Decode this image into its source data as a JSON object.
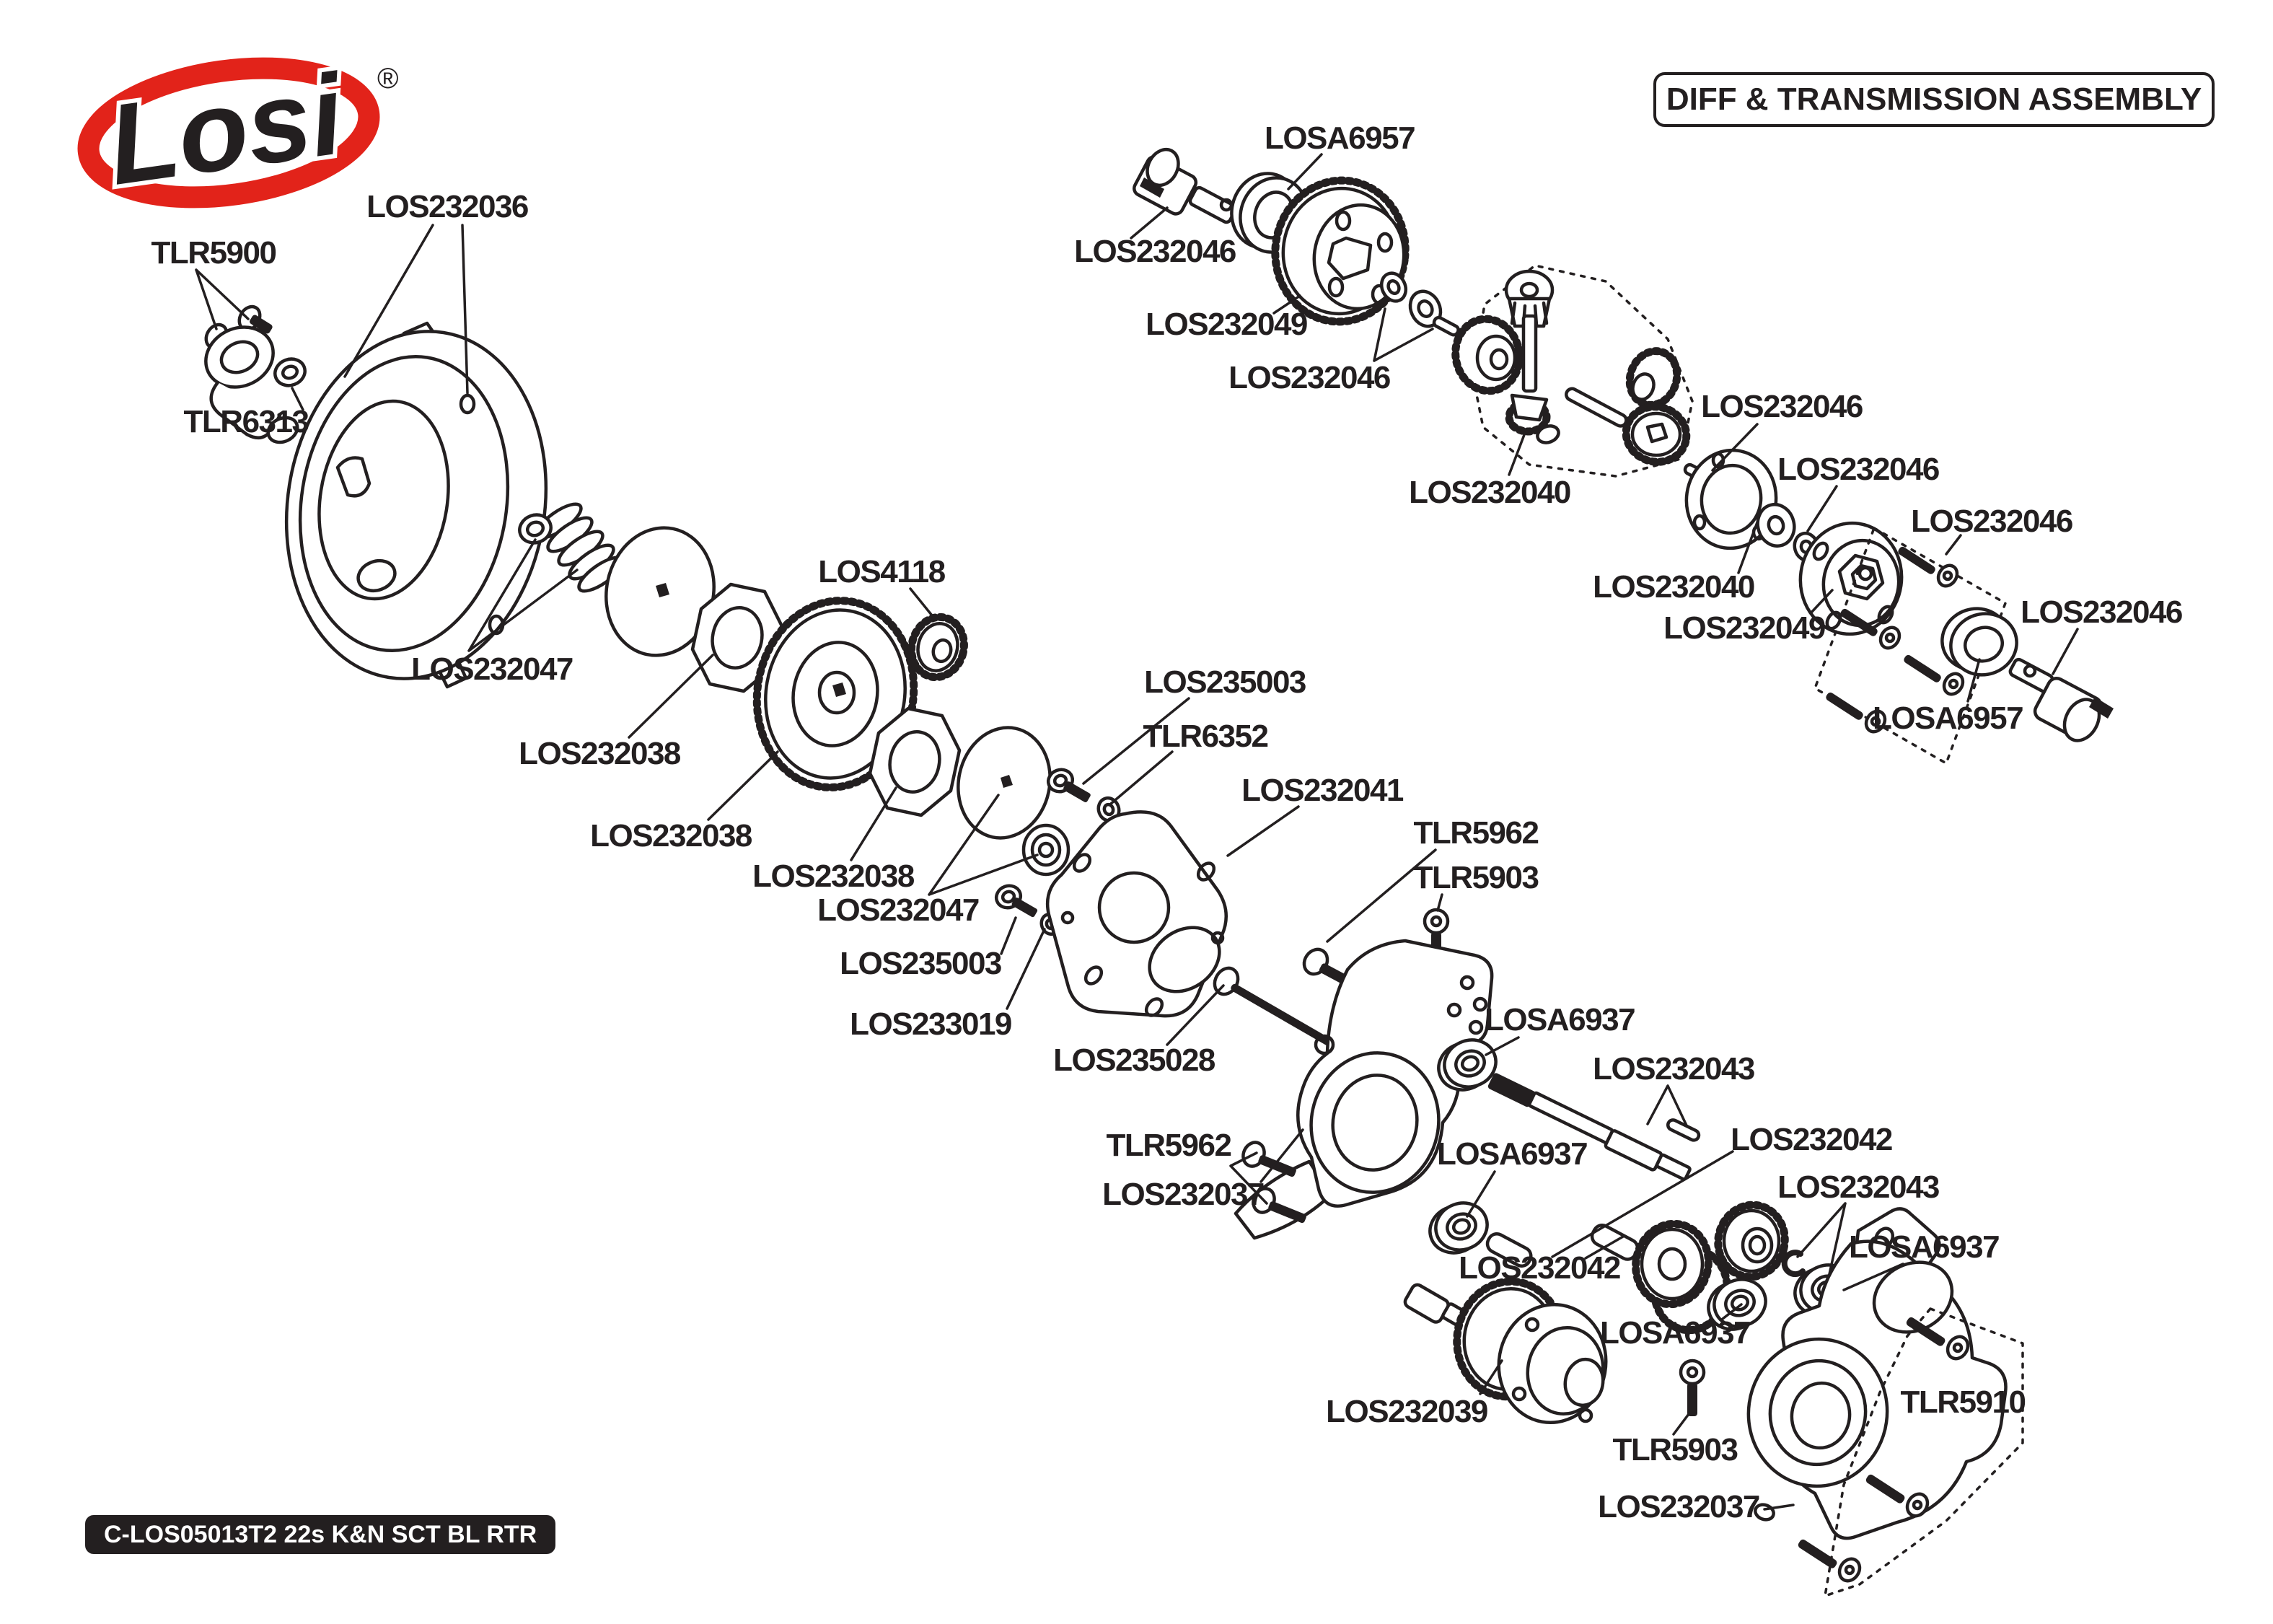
{
  "header": {
    "title_box": "DIFF & TRANSMISSION ASSEMBLY"
  },
  "brand": {
    "name": "Losi",
    "registered_mark": "®"
  },
  "footer": {
    "model_badge": "C-LOS05013T2 22s K&N SCT BL RTR"
  },
  "colors": {
    "ink": "#231F20",
    "brand_red": "#E2231A",
    "paper": "#FFFFFF",
    "badge_bg": "#231F20",
    "badge_text": "#FFFFFF"
  },
  "labels": [
    {
      "text": "LOS232036"
    },
    {
      "text": "TLR5900"
    },
    {
      "text": "TLR6313"
    },
    {
      "text": "LOS232047"
    },
    {
      "text": "LOS232038"
    },
    {
      "text": "LOS232038"
    },
    {
      "text": "LOS232038"
    },
    {
      "text": "LOS232047"
    },
    {
      "text": "LOS4118"
    },
    {
      "text": "LOS235003"
    },
    {
      "text": "TLR6352"
    },
    {
      "text": "LOS232041"
    },
    {
      "text": "LOS235003"
    },
    {
      "text": "LOS233019"
    },
    {
      "text": "LOS235028"
    },
    {
      "text": "TLR5962"
    },
    {
      "text": "TLR5903"
    },
    {
      "text": "LOSA6937"
    },
    {
      "text": "LOS232043"
    },
    {
      "text": "TLR5962"
    },
    {
      "text": "LOS232037"
    },
    {
      "text": "LOSA6937"
    },
    {
      "text": "LOS232042"
    },
    {
      "text": "LOS232043"
    },
    {
      "text": "LOSA6937"
    },
    {
      "text": "LOS232042"
    },
    {
      "text": "LOSA6937"
    },
    {
      "text": "LOS232039"
    },
    {
      "text": "TLR5903"
    },
    {
      "text": "LOS232037"
    },
    {
      "text": "TLR5910"
    },
    {
      "text": "LOSA6957"
    },
    {
      "text": "LOS232046"
    },
    {
      "text": "LOS232049"
    },
    {
      "text": "LOS232046"
    },
    {
      "text": "LOS232040"
    },
    {
      "text": "LOS232046"
    },
    {
      "text": "LOS232046"
    },
    {
      "text": "LOS232040"
    },
    {
      "text": "LOS232049"
    },
    {
      "text": "LOS232046"
    },
    {
      "text": "LOS232046"
    },
    {
      "text": "LOSA6957"
    }
  ]
}
